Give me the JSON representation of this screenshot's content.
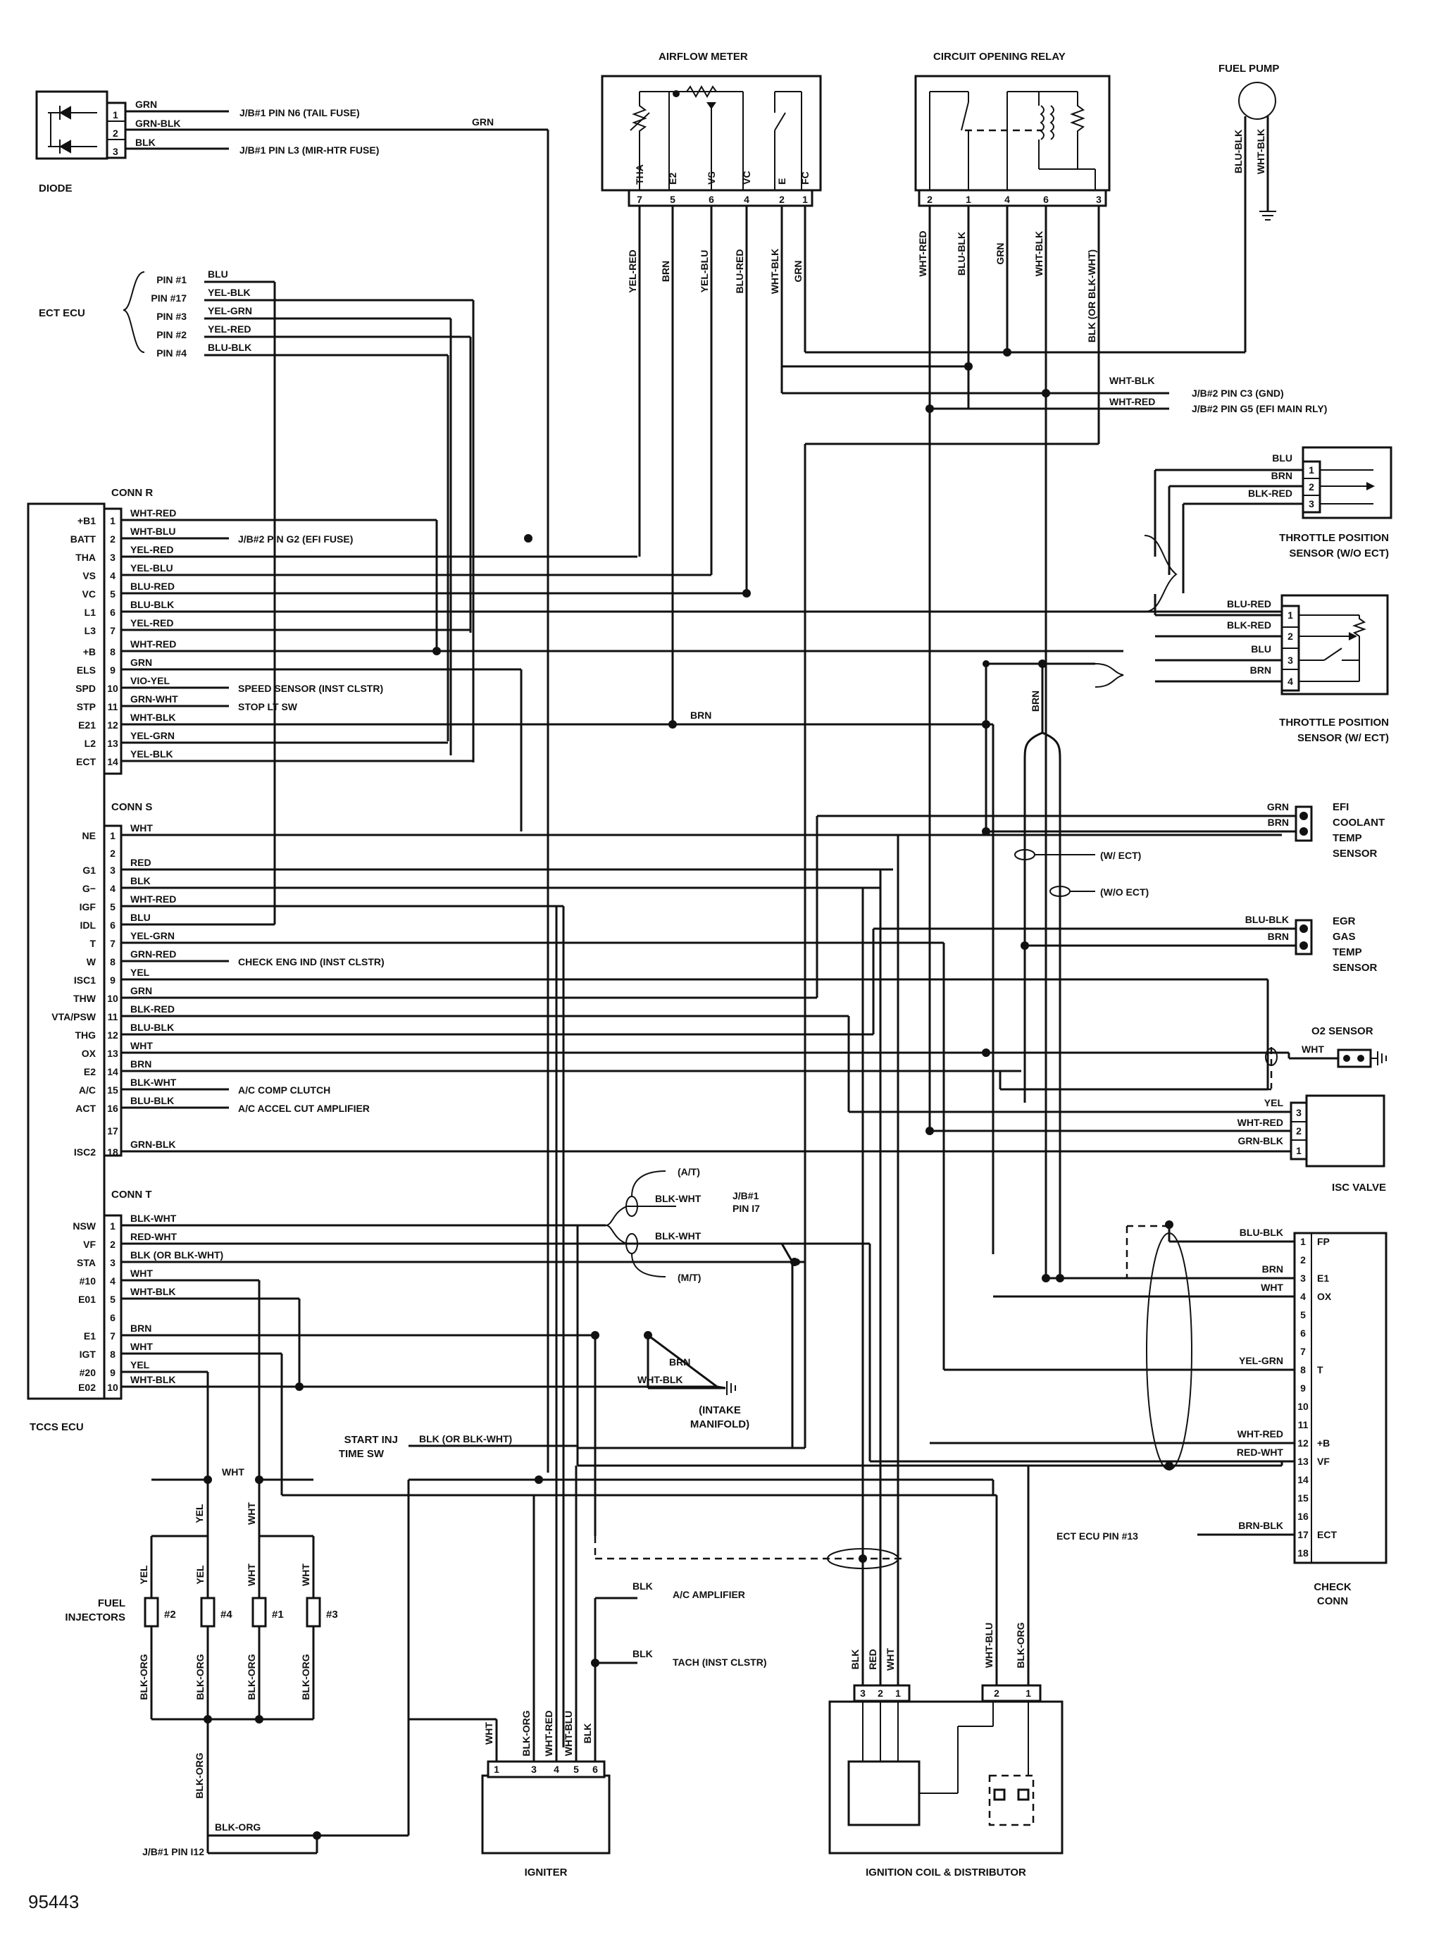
{
  "figure_id": "95443",
  "components": {
    "diode": "DIODE",
    "ect_ecu": "ECT ECU",
    "tccs_ecu": "TCCS ECU",
    "airflow_meter": "AIRFLOW METER",
    "circuit_opening_relay": "CIRCUIT OPENING RELAY",
    "fuel_pump": "FUEL PUMP",
    "tps_wo_ect": [
      "THROTTLE POSITION",
      "SENSOR (W/O ECT)"
    ],
    "tps_w_ect": [
      "THROTTLE POSITION",
      "SENSOR (W/ ECT)"
    ],
    "efi_coolant": [
      "EFI",
      "COOLANT",
      "TEMP",
      "SENSOR"
    ],
    "egr_gas": [
      "EGR",
      "GAS",
      "TEMP",
      "SENSOR"
    ],
    "o2_sensor": "O2 SENSOR",
    "isc_valve": "ISC VALVE",
    "check_conn": [
      "CHECK",
      "CONN"
    ],
    "fuel_injectors": [
      "FUEL",
      "INJECTORS"
    ],
    "igniter": "IGNITER",
    "ignition_coil": "IGNITION COIL & DISTRIBUTOR",
    "intake_manifold": [
      "(INTAKE",
      "MANIFOLD)"
    ],
    "start_inj": [
      "START INJ",
      "TIME SW"
    ]
  },
  "diode_pins": [
    {
      "pin": "1",
      "wire": "GRN",
      "dest": "J/B#1 PIN N6 (TAIL FUSE)"
    },
    {
      "pin": "2",
      "wire": "GRN-BLK",
      "dest": ""
    },
    {
      "pin": "3",
      "wire": "BLK",
      "dest": "J/B#1 PIN L3 (MIR-HTR FUSE)"
    }
  ],
  "diode_out_wire": "GRN",
  "ect_ecu_pins": [
    {
      "pin": "PIN #1",
      "wire": "BLU"
    },
    {
      "pin": "PIN #17",
      "wire": "YEL-BLK"
    },
    {
      "pin": "PIN #3",
      "wire": "YEL-GRN"
    },
    {
      "pin": "PIN #2",
      "wire": "YEL-RED"
    },
    {
      "pin": "PIN #4",
      "wire": "BLU-BLK"
    }
  ],
  "conn_r": {
    "title": "CONN R",
    "pins": [
      {
        "term": "+B1",
        "pin": "1",
        "wire": "WHT-RED",
        "note": ""
      },
      {
        "term": "BATT",
        "pin": "2",
        "wire": "WHT-BLU",
        "note": "J/B#2 PIN G2 (EFI FUSE)"
      },
      {
        "term": "THA",
        "pin": "3",
        "wire": "YEL-RED",
        "note": ""
      },
      {
        "term": "VS",
        "pin": "4",
        "wire": "YEL-BLU",
        "note": ""
      },
      {
        "term": "VC",
        "pin": "5",
        "wire": "BLU-RED",
        "note": ""
      },
      {
        "term": "L1",
        "pin": "6",
        "wire": "BLU-BLK",
        "note": ""
      },
      {
        "term": "L3",
        "pin": "7",
        "wire": "YEL-RED",
        "note": ""
      },
      {
        "term": "+B",
        "pin": "8",
        "wire": "WHT-RED",
        "note": ""
      },
      {
        "term": "ELS",
        "pin": "9",
        "wire": "GRN",
        "note": ""
      },
      {
        "term": "SPD",
        "pin": "10",
        "wire": "VIO-YEL",
        "note": "SPEED SENSOR (INST CLSTR)"
      },
      {
        "term": "STP",
        "pin": "11",
        "wire": "GRN-WHT",
        "note": "STOP LT SW"
      },
      {
        "term": "E21",
        "pin": "12",
        "wire": "WHT-BLK",
        "note": ""
      },
      {
        "term": "L2",
        "pin": "13",
        "wire": "YEL-GRN",
        "note": ""
      },
      {
        "term": "ECT",
        "pin": "14",
        "wire": "YEL-BLK",
        "note": ""
      }
    ]
  },
  "conn_s": {
    "title": "CONN S",
    "pins": [
      {
        "term": "NE",
        "pin": "1",
        "wire": "WHT",
        "note": ""
      },
      {
        "term": "",
        "pin": "2",
        "wire": "",
        "note": ""
      },
      {
        "term": "G1",
        "pin": "3",
        "wire": "RED",
        "note": ""
      },
      {
        "term": "G−",
        "pin": "4",
        "wire": "BLK",
        "note": ""
      },
      {
        "term": "IGF",
        "pin": "5",
        "wire": "WHT-RED",
        "note": ""
      },
      {
        "term": "IDL",
        "pin": "6",
        "wire": "BLU",
        "note": ""
      },
      {
        "term": "T",
        "pin": "7",
        "wire": "YEL-GRN",
        "note": ""
      },
      {
        "term": "W",
        "pin": "8",
        "wire": "GRN-RED",
        "note": "CHECK ENG IND (INST CLSTR)"
      },
      {
        "term": "ISC1",
        "pin": "9",
        "wire": "YEL",
        "note": ""
      },
      {
        "term": "THW",
        "pin": "10",
        "wire": "GRN",
        "note": ""
      },
      {
        "term": "VTA/PSW",
        "pin": "11",
        "wire": "BLK-RED",
        "note": ""
      },
      {
        "term": "THG",
        "pin": "12",
        "wire": "BLU-BLK",
        "note": ""
      },
      {
        "term": "OX",
        "pin": "13",
        "wire": "WHT",
        "note": ""
      },
      {
        "term": "E2",
        "pin": "14",
        "wire": "BRN",
        "note": ""
      },
      {
        "term": "A/C",
        "pin": "15",
        "wire": "BLK-WHT",
        "note": "A/C COMP CLUTCH"
      },
      {
        "term": "ACT",
        "pin": "16",
        "wire": "BLU-BLK",
        "note": "A/C ACCEL CUT AMPLIFIER"
      },
      {
        "term": "",
        "pin": "17",
        "wire": "",
        "note": ""
      },
      {
        "term": "ISC2",
        "pin": "18",
        "wire": "GRN-BLK",
        "note": ""
      }
    ]
  },
  "conn_t": {
    "title": "CONN T",
    "pins": [
      {
        "term": "NSW",
        "pin": "1",
        "wire": "BLK-WHT",
        "note": ""
      },
      {
        "term": "VF",
        "pin": "2",
        "wire": "RED-WHT",
        "note": ""
      },
      {
        "term": "STA",
        "pin": "3",
        "wire": "BLK (OR BLK-WHT)",
        "note": ""
      },
      {
        "term": "#10",
        "pin": "4",
        "wire": "WHT",
        "note": ""
      },
      {
        "term": "E01",
        "pin": "5",
        "wire": "WHT-BLK",
        "note": ""
      },
      {
        "term": "",
        "pin": "6",
        "wire": "",
        "note": ""
      },
      {
        "term": "E1",
        "pin": "7",
        "wire": "BRN",
        "note": ""
      },
      {
        "term": "IGT",
        "pin": "8",
        "wire": "WHT",
        "note": ""
      },
      {
        "term": "#20",
        "pin": "9",
        "wire": "YEL",
        "note": ""
      },
      {
        "term": "E02",
        "pin": "10",
        "wire": "WHT-BLK",
        "note": ""
      }
    ]
  },
  "airflow_meter": {
    "terms": [
      "THA",
      "E2",
      "VS",
      "VC",
      "E",
      "FC"
    ],
    "pins": [
      "7",
      "5",
      "6",
      "4",
      "2",
      "1"
    ],
    "wires": [
      "YEL-RED",
      "BRN",
      "YEL-BLU",
      "BLU-RED",
      "WHT-BLK",
      "GRN"
    ]
  },
  "relay": {
    "pins": [
      "2",
      "1",
      "4",
      "6",
      "3"
    ],
    "wires": [
      "WHT-RED",
      "BLU-BLK",
      "GRN",
      "WHT-BLK",
      "BLK (OR BLK-WHT)"
    ]
  },
  "fuel_pump_wires": [
    "BLU-BLK",
    "WHT-BLK"
  ],
  "jb2": {
    "c3_wire": "WHT-BLK",
    "c3": "J/B#2 PIN C3 (GND)",
    "g5_wire": "WHT-RED",
    "g5": "J/B#2 PIN G5 (EFI MAIN RLY)"
  },
  "tps_wo_ect": {
    "pins": [
      "1",
      "2",
      "3"
    ],
    "wires": [
      "BLU",
      "BRN",
      "BLK-RED"
    ]
  },
  "tps_w_ect": {
    "pins": [
      "1",
      "2",
      "3",
      "4"
    ],
    "wires": [
      "BLU-RED",
      "BLK-RED",
      "BLU",
      "BRN"
    ]
  },
  "brn_vertical": "BRN",
  "e21_brn": "BRN",
  "efi_coolant_wires": [
    "GRN",
    "BRN"
  ],
  "w_ect": "(W/ ECT)",
  "wo_ect": "(W/O ECT)",
  "egr_wires": [
    "BLU-BLK",
    "BRN"
  ],
  "o2_wire": "WHT",
  "isc_valve": {
    "pins": [
      "3",
      "2",
      "1"
    ],
    "wires": [
      "YEL",
      "WHT-RED",
      "GRN-BLK"
    ]
  },
  "at_label": "(A/T)",
  "mt_label": "(M/T)",
  "nsw_blkwht1": "BLK-WHT",
  "nsw_blkwht2": "BLK-WHT",
  "jb1_pin17": [
    "J/B#1",
    "PIN I7"
  ],
  "manifold_wires": [
    "BRN",
    "WHT-BLK"
  ],
  "start_inj_wire": "BLK (OR BLK-WHT)",
  "check_conn": {
    "rows": [
      {
        "pin": "1",
        "term": "FP",
        "wire": "BLU-BLK"
      },
      {
        "pin": "2",
        "term": "",
        "wire": ""
      },
      {
        "pin": "3",
        "term": "E1",
        "wire": "BRN"
      },
      {
        "pin": "4",
        "term": "OX",
        "wire": "WHT"
      },
      {
        "pin": "5",
        "term": "",
        "wire": ""
      },
      {
        "pin": "6",
        "term": "",
        "wire": ""
      },
      {
        "pin": "7",
        "term": "",
        "wire": ""
      },
      {
        "pin": "8",
        "term": "T",
        "wire": "YEL-GRN"
      },
      {
        "pin": "9",
        "term": "",
        "wire": ""
      },
      {
        "pin": "10",
        "term": "",
        "wire": ""
      },
      {
        "pin": "11",
        "term": "",
        "wire": ""
      },
      {
        "pin": "12",
        "term": "+B",
        "wire": "WHT-RED"
      },
      {
        "pin": "13",
        "term": "VF",
        "wire": "RED-WHT"
      },
      {
        "pin": "14",
        "term": "",
        "wire": ""
      },
      {
        "pin": "15",
        "term": "",
        "wire": ""
      },
      {
        "pin": "16",
        "term": "",
        "wire": ""
      },
      {
        "pin": "17",
        "term": "ECT",
        "wire": "BRN-BLK"
      },
      {
        "pin": "18",
        "term": "",
        "wire": ""
      }
    ]
  },
  "ect_pin13": "ECT ECU PIN #13",
  "injectors": {
    "labels": [
      "#2",
      "#4",
      "#1",
      "#3"
    ],
    "top_wires": [
      "YEL",
      "YEL",
      "WHT",
      "WHT"
    ],
    "bot_wires": [
      "BLK-ORG",
      "BLK-ORG",
      "BLK-ORG",
      "BLK-ORG"
    ],
    "bus_yel": "YEL",
    "bus_wht": "WHT",
    "top_wht": "WHT",
    "common": "BLK-ORG"
  },
  "jb1_pin112": "J/B#1 PIN I12",
  "jb1_pin112_wire": "BLK-ORG",
  "ac_amp": {
    "wire": "BLK",
    "label": "A/C AMPLIFIER"
  },
  "tach": {
    "wire": "BLK",
    "label": "TACH (INST CLSTR)"
  },
  "igniter": {
    "pins": [
      "1",
      "3",
      "4",
      "5",
      "6"
    ],
    "wires": [
      "WHT",
      "BLK-ORG",
      "WHT-RED",
      "WHT-BLU",
      "BLK"
    ]
  },
  "ignition_coil": {
    "pins": [
      "3",
      "2",
      "1",
      "2",
      "1"
    ],
    "wires": [
      "BLK",
      "RED",
      "WHT",
      "WHT-BLU",
      "BLK-ORG"
    ]
  }
}
